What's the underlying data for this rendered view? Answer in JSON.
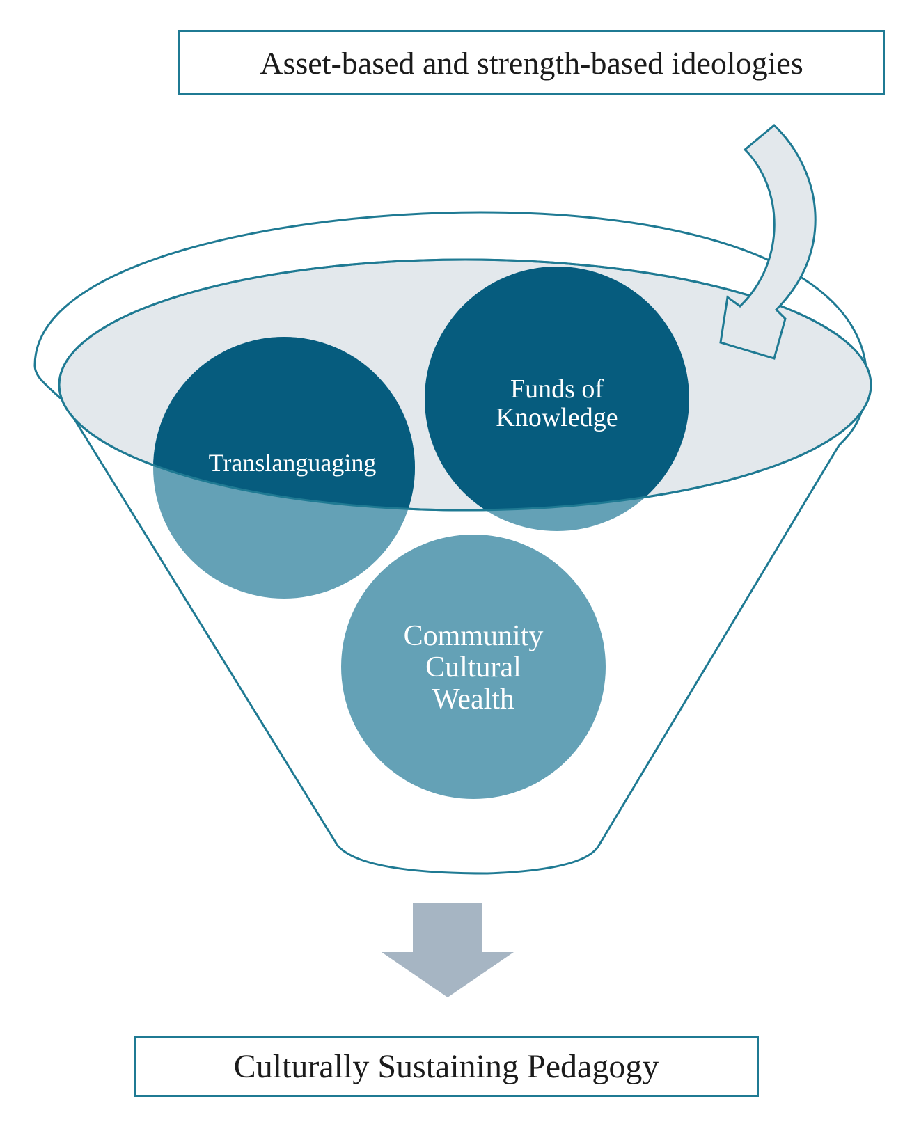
{
  "top_box": {
    "text": "Asset-based and strength-based ideologies"
  },
  "circles": {
    "translanguaging": "Translanguaging",
    "funds_of_knowledge": "Funds of\nKnowledge",
    "community_cultural_wealth": "Community\nCultural\nWealth"
  },
  "bottom_box": {
    "text": "Culturally Sustaining Pedagogy"
  },
  "colors": {
    "funnel_outline": "#1f7a93",
    "funnel_rim_fill": "#e3e8ec",
    "circle_dark": "#065c7e",
    "circle_light": "#64a1b6",
    "down_arrow": "#a6b5c3",
    "curved_arrow_fill": "#e3e8ec"
  }
}
